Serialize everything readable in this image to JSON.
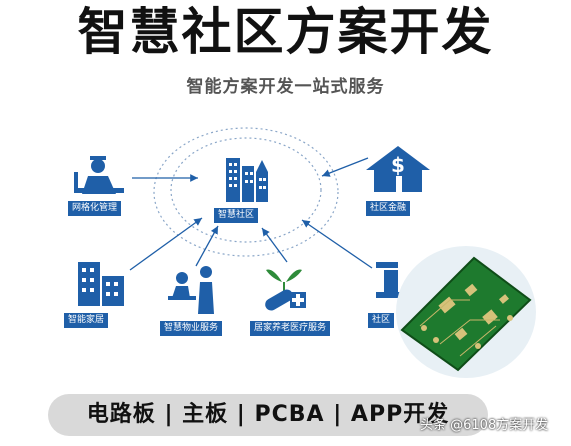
{
  "header": {
    "title": "智慧社区方案开发",
    "subtitle": "智能方案开发一站式服务"
  },
  "nodes": {
    "center": "智慧社区",
    "grid_management": "网格化管理",
    "community_finance": "社区金融",
    "smart_home": "智能家居",
    "property_service": "智慧物业服务",
    "elderly_care": "居家养老医疗服务",
    "community_partial": "社区"
  },
  "footer": {
    "products": "电路板 | 主板 | PCBA | APP开发",
    "watermark": "头条 @6108方案开发"
  },
  "colors": {
    "label_bg": "#1f5fa8",
    "icon_blue": "#1f5fa8",
    "pcb_green": "#1e7a2e",
    "bar_bg": "#d9d9d9"
  }
}
